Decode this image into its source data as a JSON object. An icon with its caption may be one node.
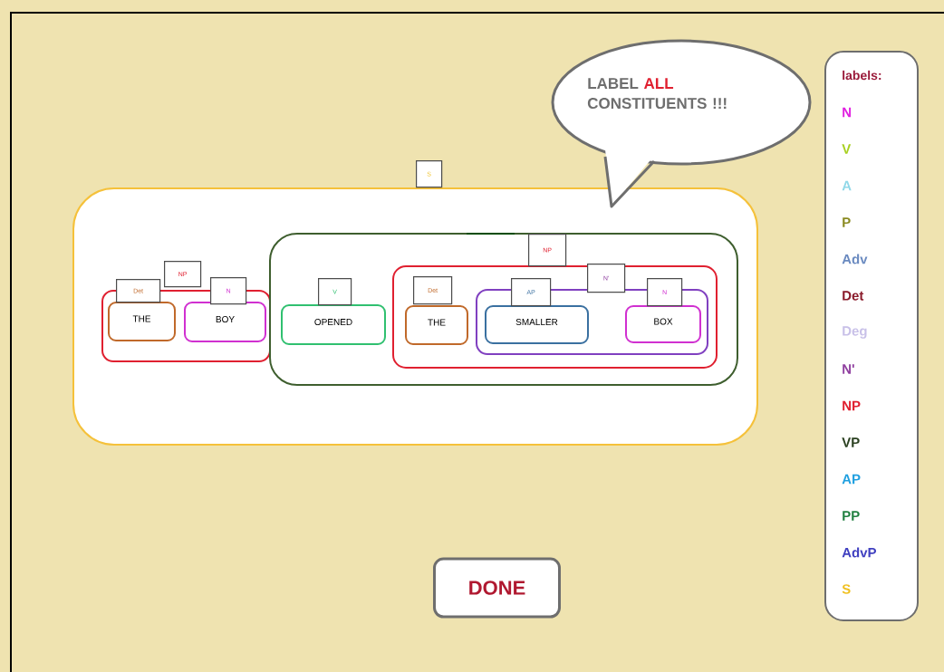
{
  "diagram": {
    "nodes": [
      {
        "text": [
          "LABEL **ALL** CONSTITUENTS !!!"
        ]
      },
      {
        "text": [
          "S"
        ]
      },
      {
        "text": [
          "NP"
        ],
        "in": 1
      },
      {
        "text": [
          "Det",
          "THE"
        ],
        "in": 2
      },
      {
        "text": [
          "N",
          "BOY"
        ],
        "in": 2
      },
      {
        "text": [],
        "shape": "box",
        "in": 1
      },
      {
        "text": [
          "V",
          "OPENED"
        ],
        "in": 5
      },
      {
        "text": [
          "NP"
        ],
        "in": 5
      },
      {
        "text": [
          "Det",
          "THE"
        ],
        "in": 7
      },
      {
        "text": [
          "N'"
        ],
        "in": 7
      },
      {
        "text": [
          "AP",
          "SMALLER"
        ],
        "in": 9
      },
      {
        "text": [
          "N",
          "BOX"
        ],
        "in": 9
      },
      {
        "text": [
          "DONE"
        ]
      }
    ],
    "edges": [],
    "labels": [
      "labels:"
    ],
    "legend": [
      {
        "text": "N",
        "color": "#e020e0"
      },
      {
        "text": "V",
        "color": "#a8d020"
      },
      {
        "text": "A",
        "color": "#90d8e8"
      },
      {
        "text": "P",
        "color": "#8a8a20"
      },
      {
        "text": "Adv",
        "color": "#6a8ac0"
      },
      {
        "text": "Det",
        "color": "#8a1a2a"
      },
      {
        "text": "Deg",
        "color": "#c8c0e8"
      },
      {
        "text": "N'",
        "color": "#9040a0"
      },
      {
        "text": "NP",
        "color": "#e02030"
      },
      {
        "text": "VP",
        "color": "#2a4020"
      },
      {
        "text": "AP",
        "color": "#20a0e0"
      },
      {
        "text": "PP",
        "color": "#208040"
      },
      {
        "text": "AdvP",
        "color": "#4040c0"
      },
      {
        "text": "S",
        "color": "#f0c020"
      }
    ]
  }
}
